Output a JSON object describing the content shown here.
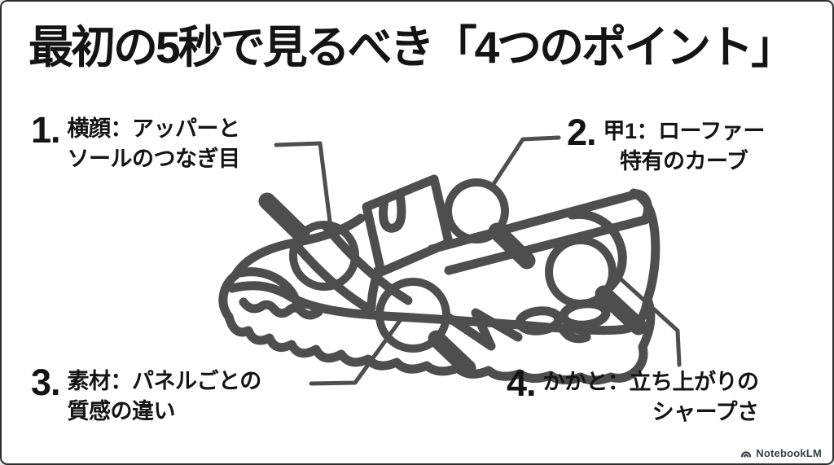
{
  "title": "最初の5秒で見るべき「4つのポイント」",
  "callouts": [
    {
      "number": "1.",
      "line1": "横顔：アッパーと",
      "line2": "ソールのつなぎ目"
    },
    {
      "number": "2.",
      "line1": "甲1：ローファー",
      "line2": "特有のカーブ"
    },
    {
      "number": "3.",
      "line1": "素材：パネルごとの",
      "line2": "質感の違い"
    },
    {
      "number": "4.",
      "line1": "かかと：立ち上がりの",
      "line2": "シャープさ"
    }
  ],
  "illustration": {
    "subject": "loafer-sneaker side view line drawing",
    "magnifier_icons": [
      "magnifier-side-profile",
      "magnifier-instep",
      "magnifier-material",
      "magnifier-heel"
    ]
  },
  "footer": {
    "brand": "NotebookLM"
  },
  "colors": {
    "background": "#ffffff",
    "text": "#141414",
    "line_art": "#4e4e4e",
    "frame": "#2d2d2d",
    "footer_text": "#3a3f44"
  }
}
